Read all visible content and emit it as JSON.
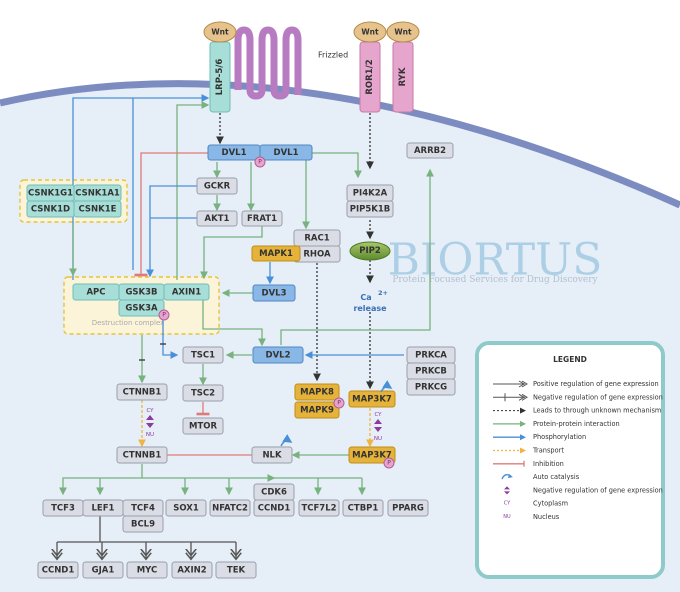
{
  "diagram": {
    "title": "Wnt signaling pathway",
    "membrane_label": "Frizzled",
    "ligands": [
      "Wnt",
      "Wnt",
      "Wnt"
    ],
    "receptors": {
      "lrp": "LRP-5/6",
      "ror": "ROR1/2",
      "ryk": "RYK"
    },
    "ca_release": {
      "ca": "Ca",
      "sup": "2+",
      "release": "release"
    },
    "destruction_complex_label": "Destruction complex",
    "phospho_label": "P",
    "cy_label": "CY",
    "nu_label": "NU",
    "watermark": {
      "brand": "BIORTUS",
      "tagline": "Protein Focused Services for Drug Discovery"
    },
    "nodes": {
      "dvl1_a": "DVL1",
      "dvl1_b": "DVL1",
      "gckr": "GCKR",
      "akt1": "AKT1",
      "frat1": "FRAT1",
      "rac1": "RAC1",
      "rhoa": "RHOA",
      "mapk1": "MAPK1",
      "dvl3": "DVL3",
      "pi4k2a": "PI4K2A",
      "pip5k1b": "PIP5K1B",
      "pip2": "PIP2",
      "arrb2": "ARRB2",
      "csnk1g1": "CSNK1G1",
      "csnk1a1": "CSNK1A1",
      "csnk1d": "CSNK1D",
      "csnk1e": "CSNK1E",
      "apc": "APC",
      "gsk3b": "GSK3B",
      "axin1": "AXIN1",
      "gsk3a": "GSK3A",
      "tsc1": "TSC1",
      "dvl2": "DVL2",
      "prkca": "PRKCA",
      "prkcb": "PRKCB",
      "prkcg": "PRKCG",
      "ctnnb1_cy": "CTNNB1",
      "tsc2": "TSC2",
      "mtor": "MTOR",
      "mapk8": "MAPK8",
      "mapk9": "MAPK9",
      "map3k7_cy": "MAP3K7",
      "map3k7_nu": "MAP3K7",
      "ctnnb1_nu": "CTNNB1",
      "nlk": "NLK",
      "tcf3": "TCF3",
      "lef1": "LEF1",
      "tcf4": "TCF4",
      "bcl9": "BCL9",
      "sox1": "SOX1",
      "nfatc2": "NFATC2",
      "cdk6": "CDK6",
      "ccnd1_tf": "CCND1",
      "tcf7l2": "TCF7L2",
      "ctbp1": "CTBP1",
      "pparg": "PPARG",
      "ccnd1_t": "CCND1",
      "gja1": "GJA1",
      "myc": "MYC",
      "axin2": "AXIN2",
      "tek": "TEK"
    }
  },
  "legend": {
    "title": "LEGEND",
    "items": [
      {
        "icon": "double-arrow-icon",
        "label": "Positive regulation of gene expression"
      },
      {
        "icon": "barred-double-arrow-icon",
        "label": "Negative regulation of gene expression"
      },
      {
        "icon": "dashed-arrow-icon",
        "label": "Leads to through unknown mechanism"
      },
      {
        "icon": "green-arrow-icon",
        "label": "Protein-protein interaction"
      },
      {
        "icon": "blue-arrow-icon",
        "label": "Phosphorylation"
      },
      {
        "icon": "orange-dashed-arrow-icon",
        "label": "Transport"
      },
      {
        "icon": "inhibition-icon",
        "label": "Inhibition"
      },
      {
        "icon": "auto-catalysis-icon",
        "label": "Auto catalysis"
      },
      {
        "icon": "purple-double-arrowhead-icon",
        "label": "Negative regulation of gene expression"
      },
      {
        "icon": "cy-text-icon",
        "label": "Cytoplasm",
        "text": "CY"
      },
      {
        "icon": "nu-text-icon",
        "label": "Nucleus",
        "text": "NU"
      }
    ]
  },
  "colors": {
    "membrane": "#7d8cc0",
    "cell": "#e6eef7",
    "gray_node": "#dadde6",
    "teal_node": "#a8ded8",
    "blue_node": "#8ab8e6",
    "gold_node": "#e5b33a",
    "pink_receptor": "#e6a5cc",
    "green_edge": "#77b27f",
    "blue_edge": "#4a90d9",
    "red_edge": "#e07a7a",
    "transport_edge": "#f0b440",
    "legend_border": "#8fcacb",
    "purple": "#8a3aa0"
  }
}
